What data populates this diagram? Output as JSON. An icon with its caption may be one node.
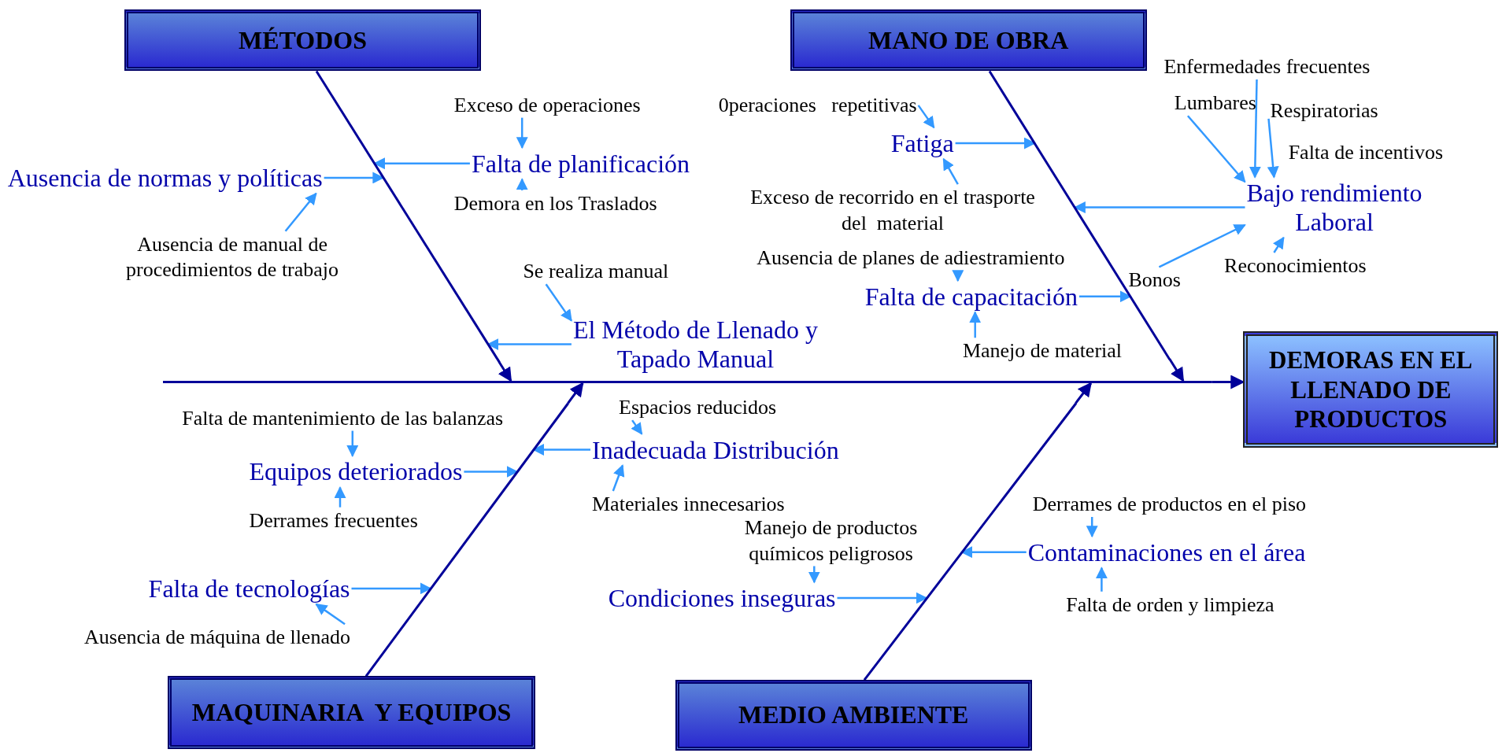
{
  "diagram": {
    "nodes": [
      {
        "text": [
          "MÉTODOS"
        ]
      },
      {
        "text": [
          "MANO DE OBRA"
        ]
      },
      {
        "text": [
          "DEMORAS EN EL LLENADO DE PRODUCTOS"
        ]
      },
      {
        "text": [
          "MAQUINARIA  Y EQUIPOS"
        ]
      },
      {
        "text": [
          "MEDIO AMBIENTE"
        ]
      },
      {
        "text": [
          "Exceso de operaciones"
        ]
      },
      {
        "text": [
          "Falta de planificación"
        ]
      },
      {
        "text": [
          "Demora en los Traslados"
        ]
      },
      {
        "text": [
          "Ausencia de normas y políticas"
        ]
      },
      {
        "text": [
          "Ausencia de manual de procedimientos de trabajo"
        ]
      },
      {
        "text": [
          "Se realiza manual"
        ]
      },
      {
        "text": [
          "El Método de Llenado y Tapado Manual"
        ]
      },
      {
        "text": [
          "0peraciones   repetitivas"
        ]
      },
      {
        "text": [
          "Fatiga"
        ]
      },
      {
        "text": [
          "Exceso de recorrido en el trasporte del  material"
        ]
      },
      {
        "text": [
          "Lumbares"
        ]
      },
      {
        "text": [
          "Enfermedades frecuentes"
        ]
      },
      {
        "text": [
          "Respiratorias"
        ]
      },
      {
        "text": [
          "Bajo rendimiento Laboral"
        ]
      },
      {
        "text": [
          "Bonos"
        ]
      },
      {
        "text": [
          "Reconocimientos"
        ]
      },
      {
        "text": [
          "Ausencia de planes de adiestramiento"
        ]
      },
      {
        "text": [
          "Falta de capacitación"
        ]
      },
      {
        "text": [
          "Manejo de material"
        ]
      },
      {
        "text": [
          "Falta de mantenimiento de las balanzas"
        ]
      },
      {
        "text": [
          "Equipos deteriorados"
        ]
      },
      {
        "text": [
          "Derrames frecuentes"
        ]
      },
      {
        "text": [
          "Falta de tecnologías"
        ]
      },
      {
        "text": [
          "Ausencia de máquina de llenado"
        ]
      },
      {
        "text": [
          "Espacios reducidos"
        ]
      },
      {
        "text": [
          "Inadecuada Distribución"
        ]
      },
      {
        "text": [
          "Materiales innecesarios"
        ]
      },
      {
        "text": [
          "Manejo de productos químicos peligrosos"
        ]
      },
      {
        "text": [
          "Condiciones inseguras"
        ]
      },
      {
        "text": [
          "Derrames de productos en el piso"
        ]
      },
      {
        "text": [
          "Contaminaciones en el área"
        ]
      },
      {
        "text": [
          "Falta de orden y limpieza"
        ]
      },
      {
        "text": [],
        "shape": "bar"
      },
      {
        "text": [],
        "shape": "bar"
      },
      {
        "text": [],
        "shape": "bar"
      },
      {
        "text": [],
        "shape": "bar"
      },
      {
        "text": [],
        "shape": "bar"
      }
    ],
    "edges": [
      {
        "from": 37,
        "to": 41,
        "arrow": "to",
        "color": "#000099"
      },
      {
        "from": 38,
        "to": 41,
        "arrow": "to",
        "color": "#000099"
      },
      {
        "from": 39,
        "to": 41,
        "arrow": "to",
        "color": "#000099"
      },
      {
        "from": 40,
        "to": 41,
        "arrow": "to",
        "color": "#000099"
      },
      {
        "from": 41,
        "to": 2,
        "arrow": "to",
        "color": "#000099"
      },
      {
        "from": 6,
        "to": 37,
        "arrow": "to"
      },
      {
        "from": 5,
        "to": 6,
        "arrow": "to"
      },
      {
        "from": 7,
        "to": 6,
        "arrow": "to"
      },
      {
        "from": 8,
        "to": 37,
        "arrow": "to"
      },
      {
        "from": 9,
        "to": 8,
        "arrow": "to"
      },
      {
        "from": 11,
        "to": 37,
        "arrow": "to"
      },
      {
        "from": 10,
        "to": 11,
        "arrow": "to"
      },
      {
        "from": 13,
        "to": 38,
        "arrow": "to"
      },
      {
        "from": 12,
        "to": 13,
        "arrow": "to"
      },
      {
        "from": 14,
        "to": 13,
        "arrow": "to"
      },
      {
        "from": 18,
        "to": 38,
        "arrow": "to"
      },
      {
        "from": 15,
        "to": 18,
        "arrow": "to"
      },
      {
        "from": 16,
        "to": 18,
        "arrow": "to"
      },
      {
        "from": 17,
        "to": 18,
        "arrow": "to"
      },
      {
        "from": 19,
        "to": 18,
        "arrow": "to"
      },
      {
        "from": 20,
        "to": 18,
        "arrow": "to"
      },
      {
        "from": 22,
        "to": 38,
        "arrow": "to"
      },
      {
        "from": 21,
        "to": 22,
        "arrow": "to"
      },
      {
        "from": 23,
        "to": 22,
        "arrow": "to"
      },
      {
        "from": 25,
        "to": 39,
        "arrow": "to"
      },
      {
        "from": 24,
        "to": 25,
        "arrow": "to"
      },
      {
        "from": 26,
        "to": 25,
        "arrow": "to"
      },
      {
        "from": 27,
        "to": 39,
        "arrow": "to"
      },
      {
        "from": 28,
        "to": 27,
        "arrow": "to"
      },
      {
        "from": 30,
        "to": 39,
        "arrow": "to"
      },
      {
        "from": 29,
        "to": 30,
        "arrow": "to"
      },
      {
        "from": 31,
        "to": 30,
        "arrow": "to"
      },
      {
        "from": 33,
        "to": 40,
        "arrow": "to"
      },
      {
        "from": 32,
        "to": 33,
        "arrow": "to"
      },
      {
        "from": 35,
        "to": 40,
        "arrow": "to"
      },
      {
        "from": 34,
        "to": 35,
        "arrow": "to"
      },
      {
        "from": 36,
        "to": 35,
        "arrow": "to"
      }
    ],
    "labels": [
      "Falta de incentivos"
    ]
  }
}
